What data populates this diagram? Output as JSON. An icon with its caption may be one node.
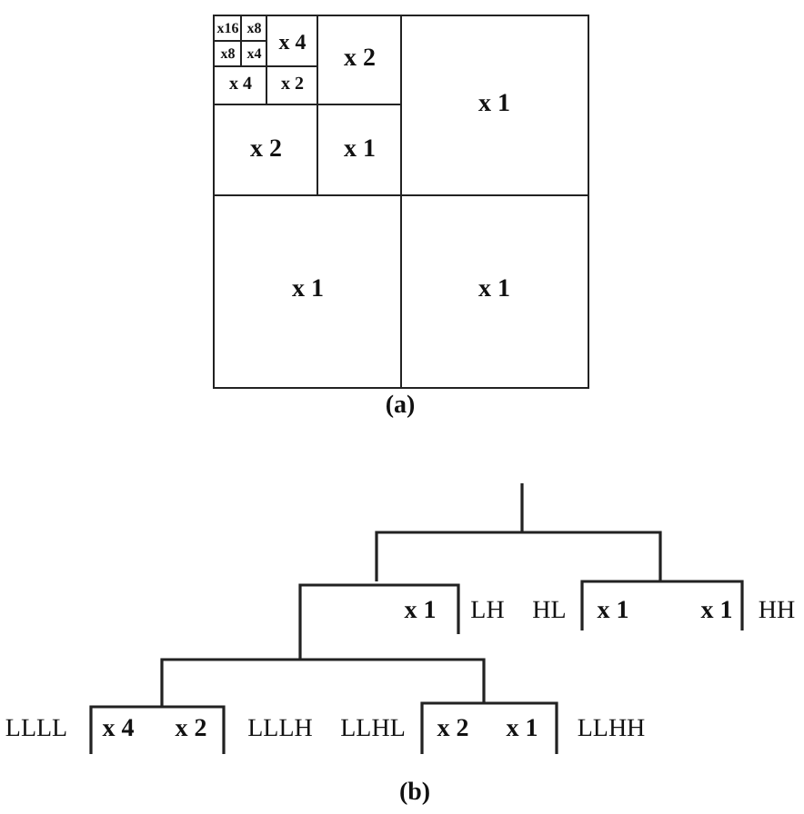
{
  "diagram": {
    "nodes": [
      {
        "text": [
          "x16"
        ]
      },
      {
        "text": [
          "x8"
        ]
      },
      {
        "text": [
          "x8"
        ]
      },
      {
        "text": [
          "x4"
        ]
      },
      {
        "text": [
          "x 4"
        ]
      },
      {
        "text": [
          "x 4"
        ]
      },
      {
        "text": [
          "x 2"
        ]
      },
      {
        "text": [
          "x 2"
        ]
      },
      {
        "text": [
          "x 2"
        ]
      },
      {
        "text": [
          "x 1"
        ]
      },
      {
        "text": [
          "x 1"
        ]
      },
      {
        "text": [
          "x 1"
        ]
      },
      {
        "text": [
          "x 1"
        ]
      }
    ],
    "labels": [
      "(a)",
      "x 1",
      "LH",
      "HL",
      "x 1",
      "x 1",
      "HH",
      "LLLL",
      "x 4",
      "x 2",
      "LLLH",
      "LLHL",
      "x 2",
      "x 1",
      "LLHH",
      "(b)"
    ]
  }
}
